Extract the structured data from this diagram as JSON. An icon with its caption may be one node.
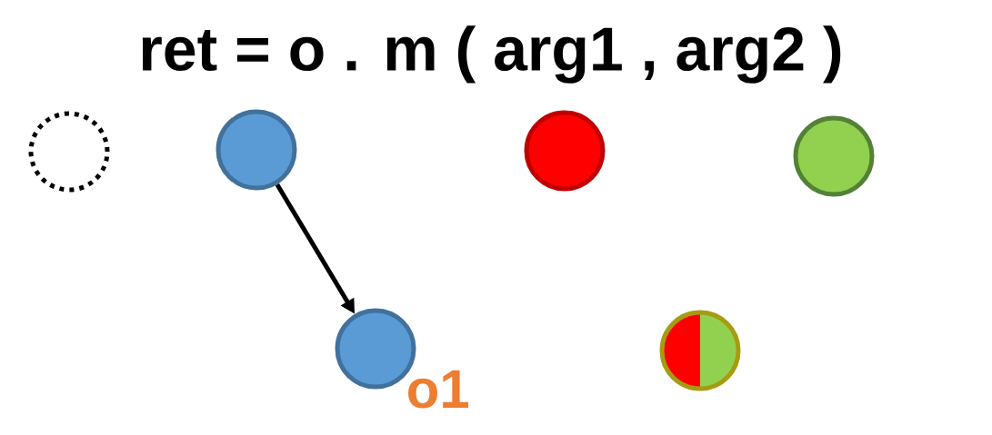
{
  "diagram": {
    "title": "ret = o . m ( arg1 , arg2 )",
    "nodes": [
      {
        "text": [],
        "shape": "circle"
      },
      {
        "text": [],
        "shape": "circle"
      },
      {
        "text": [],
        "shape": "circle"
      },
      {
        "text": [],
        "shape": "circle"
      },
      {
        "text": [],
        "shape": "circle",
        "beside": [
          "o1"
        ]
      },
      {
        "text": [],
        "shape": "circle"
      }
    ],
    "edges": [
      {
        "from": 1,
        "to": 4,
        "arrow": "to"
      }
    ]
  }
}
